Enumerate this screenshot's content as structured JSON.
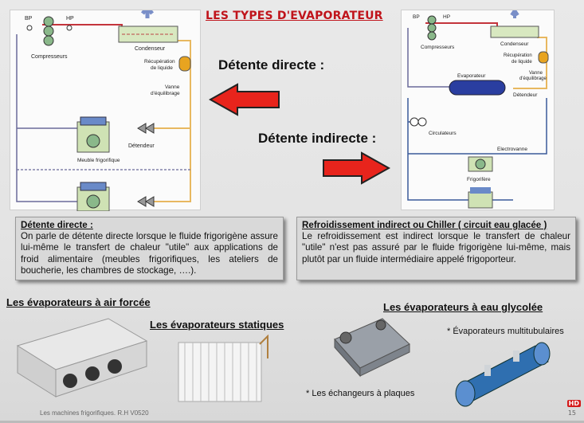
{
  "title": "LES TYPES D'EVAPORATEUR",
  "direct": {
    "heading": "Détente directe :",
    "diagram_labels": {
      "bp": "BP",
      "hp": "HP",
      "compressors": "Compresseurs",
      "condenser": "Condenseur",
      "recovery": "Récupération\nde liquide",
      "valve": "Vanne\nd'équilibrage",
      "expansion": "Détendeur",
      "cabinet": "Meuble frigorifique"
    },
    "box_title": "Détente directe :",
    "box_text": "On parle de détente directe lorsque le fluide frigorigène assure lui-même le transfert de chaleur \"utile\" aux applications de froid alimentaire (meubles frigorifiques, les ateliers de boucherie, les chambres de stockage, ….)."
  },
  "indirect": {
    "heading": "Détente indirecte :",
    "diagram_labels": {
      "bp": "BP",
      "hp": "HP",
      "compressors": "Compresseurs",
      "condenser": "Condenseur",
      "recovery": "Récupération\nde liquide",
      "valve": "Vanne\nd'équilibrage",
      "evaporator": "Evaporateur",
      "expansion": "Détendeur",
      "pumps": "Circulateurs",
      "solenoid": "Electrovanne",
      "cooler": "Frigorifère"
    },
    "box_title": "Refroidissement indirect ou Chiller ( circuit eau glacée )",
    "box_text": "Le refroidissement est indirect lorsque le transfert de chaleur \"utile\" n'est pas assuré par le fluide frigorigène lui-même, mais plutôt par un fluide intermédiaire appelé frigoporteur."
  },
  "sections": {
    "forced_air": "Les évaporateurs à air forcée",
    "static": "Les évaporateurs statiques",
    "glycol": "Les évaporateurs à eau glycolée",
    "multitubular": "* Évaporateurs multitubulaires",
    "plate": "* Les échangeurs à plaques"
  },
  "footer": "Les machines frigorifiques. R.H V0520",
  "page_number": "15",
  "hd_badge": "HD",
  "colors": {
    "title": "#c0141b",
    "arrow": "#e8241c",
    "hot_line": "#c4343c",
    "cold_line": "#6a6a9a",
    "liquid_line": "#e8b860"
  }
}
